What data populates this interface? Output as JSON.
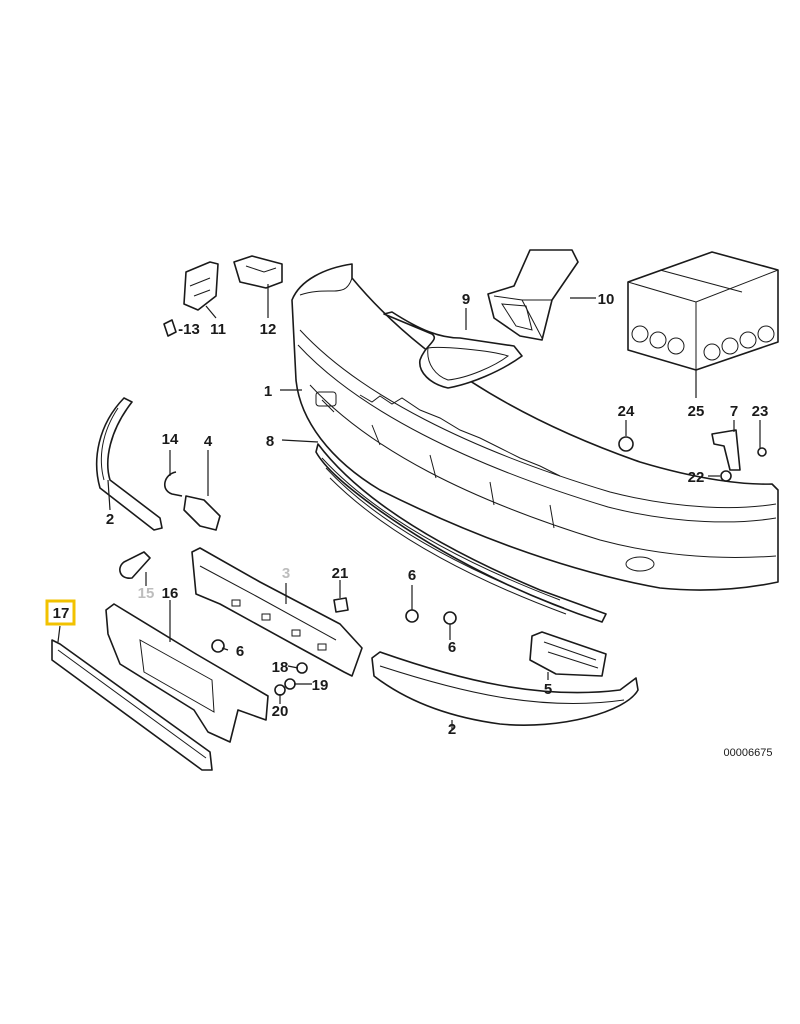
{
  "callouts": [
    {
      "text": "1"
    },
    {
      "text": "2"
    },
    {
      "text": "2"
    },
    {
      "text": "3"
    },
    {
      "text": "4"
    },
    {
      "text": "5"
    },
    {
      "text": "6"
    },
    {
      "text": "6"
    },
    {
      "text": "6"
    },
    {
      "text": "7"
    },
    {
      "text": "8"
    },
    {
      "text": "9"
    },
    {
      "text": "10"
    },
    {
      "text": "11"
    },
    {
      "text": "12"
    },
    {
      "text": "-13"
    },
    {
      "text": "14"
    },
    {
      "text": "15"
    },
    {
      "text": "16"
    },
    {
      "text": "17"
    },
    {
      "text": "18"
    },
    {
      "text": "19"
    },
    {
      "text": "20"
    },
    {
      "text": "21"
    },
    {
      "text": "22"
    },
    {
      "text": "23"
    },
    {
      "text": "24"
    },
    {
      "text": "25"
    }
  ],
  "highlighted_callout": "17",
  "reference_number": "00006675",
  "colors": {
    "highlight_border": "#f2c200",
    "ink": "#1a1a1a",
    "muted_label": "#bdbdbd"
  }
}
